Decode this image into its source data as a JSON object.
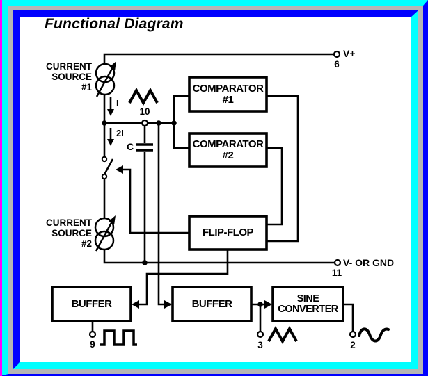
{
  "title": "Functional Diagram",
  "colors": {
    "background": "#FFFFFF",
    "line": "#000000",
    "frame_cyan": "#00FFFF",
    "frame_gray": "#B5B5B5",
    "frame_blue": "#0000FF",
    "frame_magenta": "#FF00FF"
  },
  "current_source_1": {
    "line1": "CURRENT",
    "line2": "SOURCE",
    "line3": "#1",
    "current_label": "I"
  },
  "current_source_2": {
    "line1": "CURRENT",
    "line2": "SOURCE",
    "line3": "#2",
    "current_label": "2I"
  },
  "capacitor_label": "C",
  "blocks": {
    "comparator_1": {
      "line1": "COMPARATOR",
      "line2": "#1"
    },
    "comparator_2": {
      "line1": "COMPARATOR",
      "line2": "#2"
    },
    "flip_flop": {
      "label": "FLIP-FLOP"
    },
    "buffer_1": {
      "label": "BUFFER"
    },
    "buffer_2": {
      "label": "BUFFER"
    },
    "sine_converter": {
      "line1": "SINE",
      "line2": "CONVERTER"
    }
  },
  "pins": {
    "p6": {
      "name": "V+",
      "number": "6"
    },
    "p11": {
      "name": "V- OR GND",
      "number": "11"
    },
    "p10": {
      "number": "10"
    },
    "p9": {
      "number": "9"
    },
    "p3": {
      "number": "3"
    },
    "p2": {
      "number": "2"
    }
  }
}
